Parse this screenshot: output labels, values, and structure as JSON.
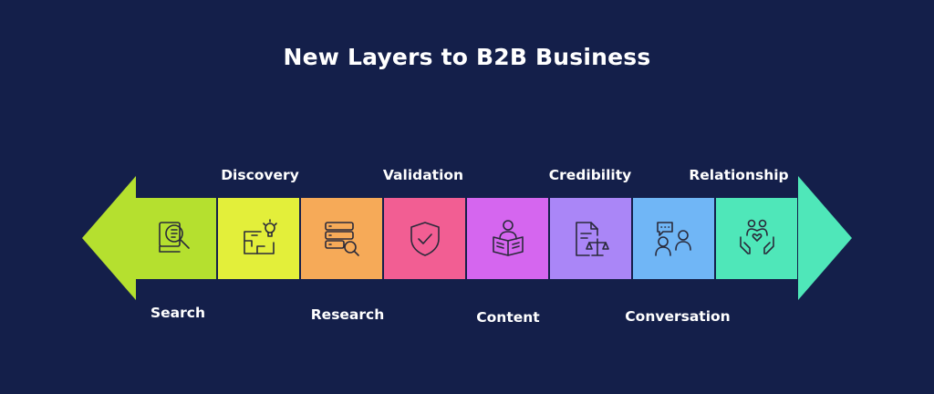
{
  "title": "New Layers to B2B Business",
  "steps": [
    {
      "label": "Search",
      "color": "#b5e02f",
      "icon": "magnifier-document-icon"
    },
    {
      "label": "Discovery",
      "color": "#e3ef3a",
      "icon": "floorplan-lightbulb-icon"
    },
    {
      "label": "Research",
      "color": "#f6aa58",
      "icon": "server-search-icon"
    },
    {
      "label": "Validation",
      "color": "#f25e93",
      "icon": "shield-check-icon"
    },
    {
      "label": "Content",
      "color": "#d566ef",
      "icon": "person-reading-icon"
    },
    {
      "label": "Credibility",
      "color": "#aa86f7",
      "icon": "document-scales-icon"
    },
    {
      "label": "Conversation",
      "color": "#70b6f6",
      "icon": "people-chat-icon"
    },
    {
      "label": "Relationship",
      "color": "#4fe7b9",
      "icon": "hands-heart-people-icon"
    }
  ]
}
